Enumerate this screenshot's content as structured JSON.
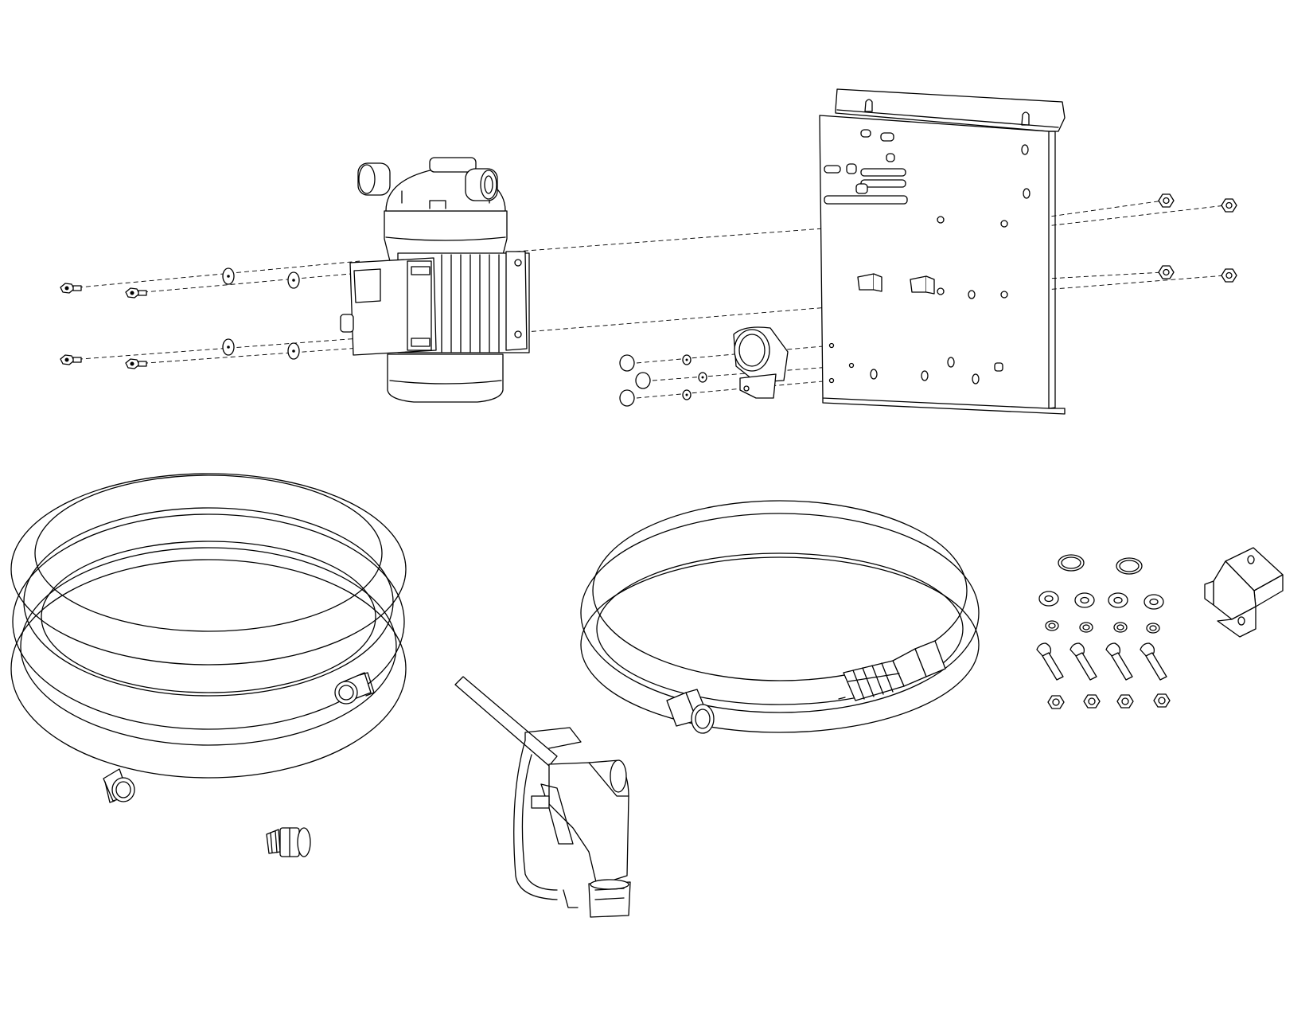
{
  "diagram": {
    "type": "exploded-parts-line-drawing",
    "caption": "",
    "labels": [],
    "colors": {
      "line": "#000000",
      "background": "#ffffff"
    },
    "parts": [
      "pump-motor",
      "mounting-plate",
      "nozzle-holder",
      "fuel-nozzle",
      "suction-hose",
      "delivery-hose",
      "hose-barb-fitting",
      "wall-bracket",
      "hardware-kit"
    ]
  }
}
